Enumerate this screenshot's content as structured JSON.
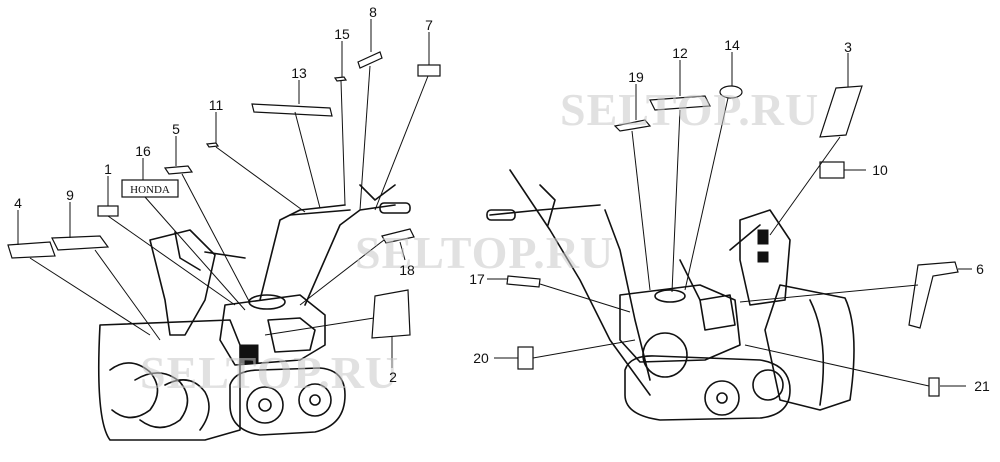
{
  "diagram": {
    "watermark": "SELTOP.RU",
    "left_view_callouts": [
      "1",
      "2",
      "4",
      "5",
      "7",
      "8",
      "9",
      "11",
      "13",
      "15",
      "16",
      "18"
    ],
    "right_view_callouts": [
      "3",
      "6",
      "10",
      "12",
      "14",
      "17",
      "19",
      "20",
      "21"
    ],
    "label_16_text": "HONDA"
  },
  "callouts": {
    "c1": "1",
    "c2": "2",
    "c3": "3",
    "c4": "4",
    "c5": "5",
    "c6": "6",
    "c7": "7",
    "c8": "8",
    "c9": "9",
    "c10": "10",
    "c11": "11",
    "c12": "12",
    "c13": "13",
    "c14": "14",
    "c15": "15",
    "c16": "16",
    "c17": "17",
    "c18": "18",
    "c19": "19",
    "c20": "20",
    "c21": "21"
  }
}
